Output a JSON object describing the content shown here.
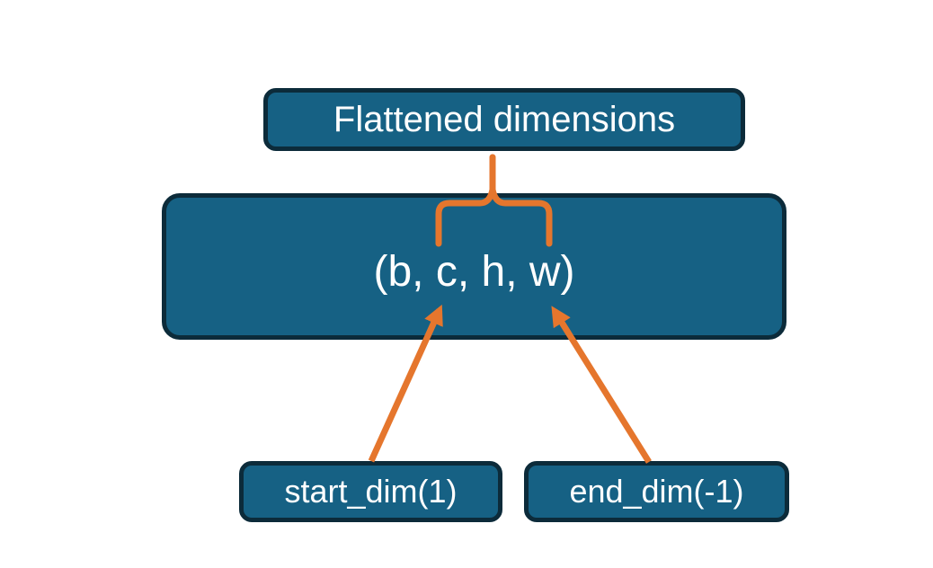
{
  "diagram": {
    "title": "Tensor flatten dimensions diagram",
    "colors": {
      "background": "#ffffff",
      "node_fill": "#166184",
      "node_border": "#0c2b3a",
      "node_text": "#ffffff",
      "connector": "#e5762d"
    },
    "nodes": {
      "top_box": {
        "label": "Flattened dimensions"
      },
      "main_box": {
        "label": "(b, c, h, w)"
      },
      "start_dim_box": {
        "label": "start_dim(1)"
      },
      "end_dim_box": {
        "label": "end_dim(-1)"
      }
    },
    "connectors": [
      {
        "name": "flatten-brace",
        "type": "brace",
        "from": "main_box dims c..w",
        "to": "top_box"
      },
      {
        "name": "start-dim-arrow",
        "type": "arrow",
        "from": "start_dim_box",
        "to": "main_box dim c"
      },
      {
        "name": "end-dim-arrow",
        "type": "arrow",
        "from": "end_dim_box",
        "to": "main_box dim w"
      }
    ]
  }
}
